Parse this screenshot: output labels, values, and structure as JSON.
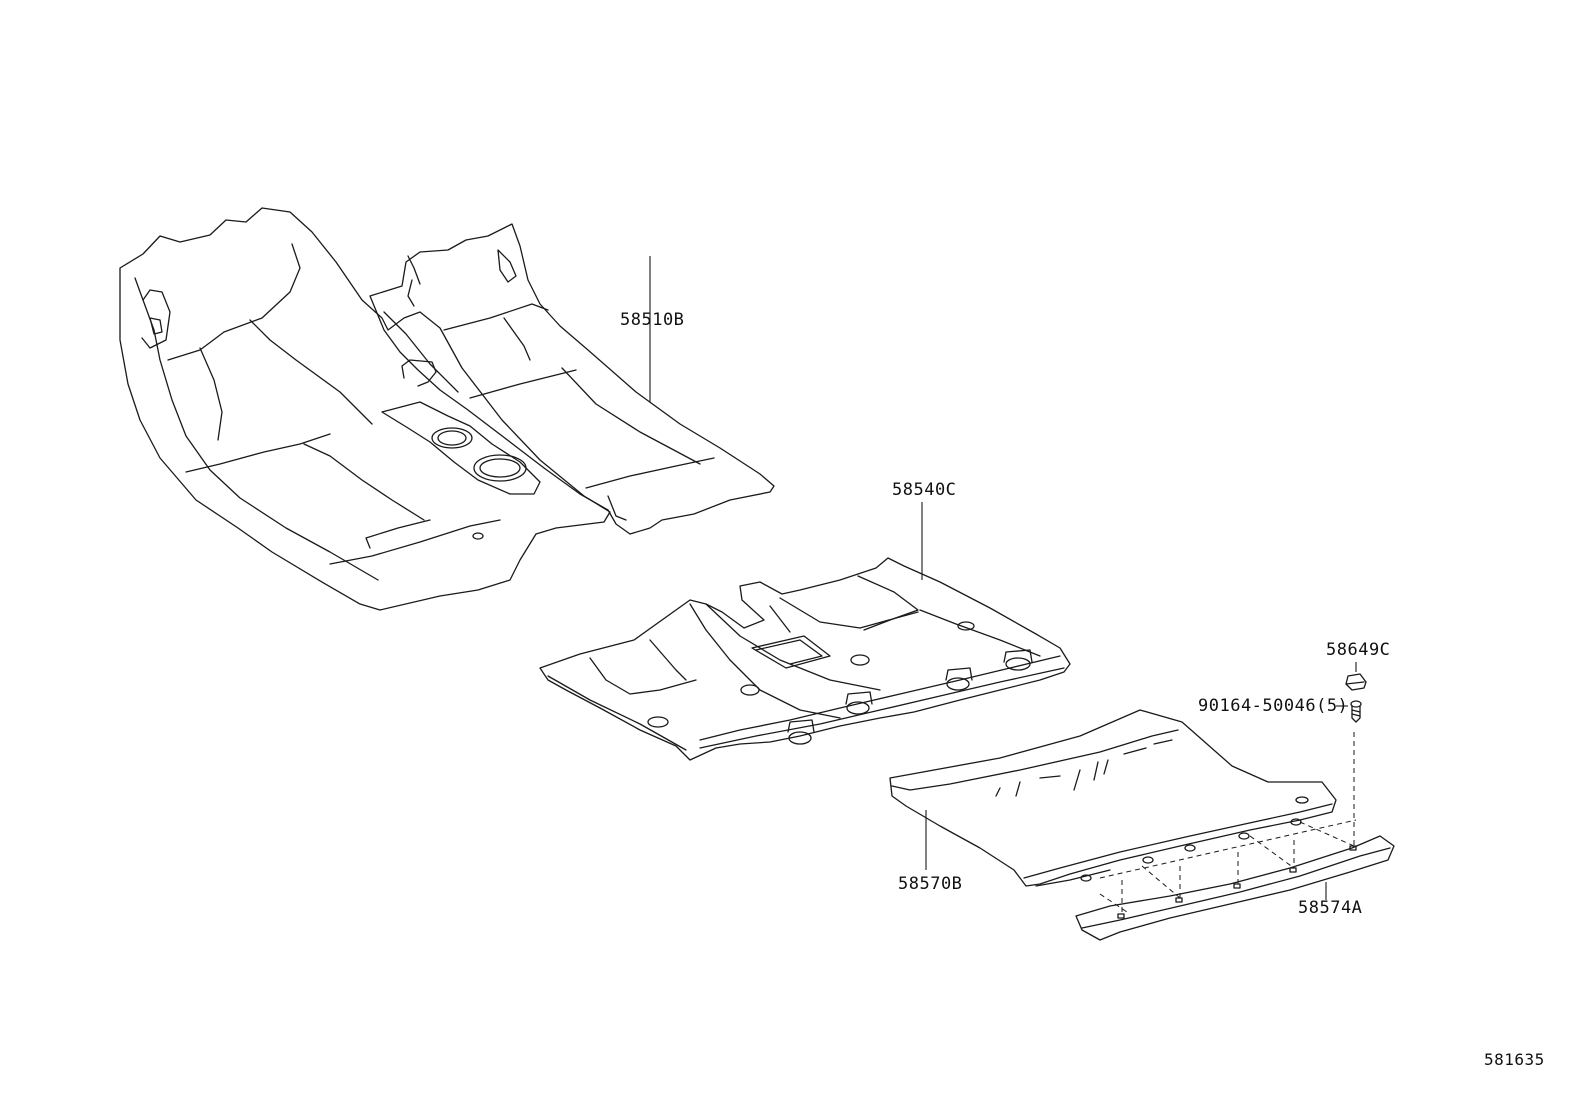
{
  "parts": [
    {
      "id": "front-floor-carpet",
      "label": "58510B"
    },
    {
      "id": "rear-floor-carpet",
      "label": "58540C"
    },
    {
      "id": "luggage-mat-clip",
      "label": "58649C"
    },
    {
      "id": "screw",
      "label": "90164-50046(5)"
    },
    {
      "id": "luggage-compartment-mat",
      "label": "58570B"
    },
    {
      "id": "mat-cover",
      "label": "58574A"
    }
  ],
  "figure_id": "581635"
}
